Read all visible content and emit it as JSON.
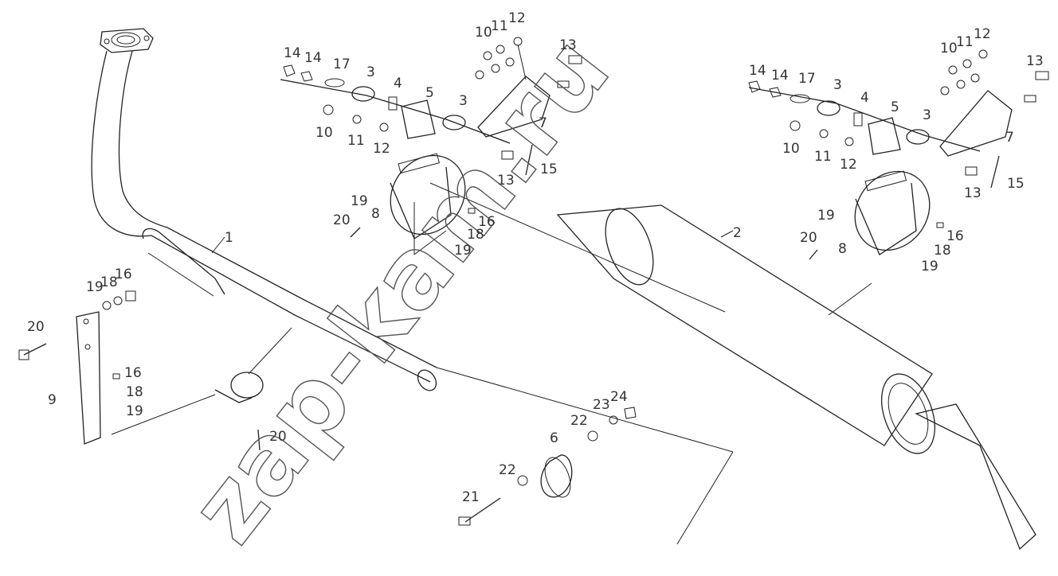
{
  "watermark": "zap-kam.ru",
  "corner_mark": "",
  "labels": {
    "l1": "1",
    "l2": "2",
    "l3a": "3",
    "l3b": "3",
    "l3c": "3",
    "l3d": "3",
    "l4a": "4",
    "l4b": "4",
    "l5a": "5",
    "l5b": "5",
    "l6": "6",
    "l7a": "7",
    "l7b": "7",
    "l8a": "8",
    "l8b": "8",
    "l9": "9",
    "l10a": "10",
    "l10b": "10",
    "l10c": "10",
    "l10d": "10",
    "l11a": "11",
    "l11b": "11",
    "l11c": "11",
    "l11d": "11",
    "l12a": "12",
    "l12b": "12",
    "l12c": "12",
    "l12d": "12",
    "l13a": "13",
    "l13b": "13",
    "l13c": "13",
    "l13d": "13",
    "l14a": "14",
    "l14b": "14",
    "l14c": "14",
    "l14d": "14",
    "l15a": "15",
    "l15b": "15",
    "l16a": "16",
    "l16b": "16",
    "l16c": "16",
    "l16d": "16",
    "l17a": "17",
    "l17b": "17",
    "l18a": "18",
    "l18b": "18",
    "l18c": "18",
    "l18d": "18",
    "l19a": "19",
    "l19b": "19",
    "l19c": "19",
    "l19d": "19",
    "l19e": "19",
    "l19f": "19",
    "l20a": "20",
    "l20b": "20",
    "l20c": "20",
    "l20d": "20",
    "l21": "21",
    "l22a": "22",
    "l22b": "22",
    "l23": "23",
    "l24": "24"
  }
}
